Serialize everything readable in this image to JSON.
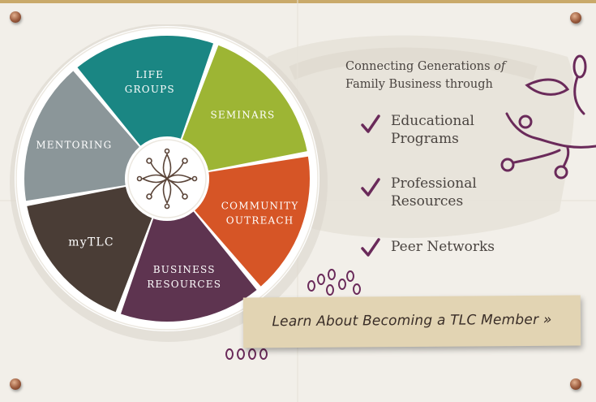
{
  "wheel": {
    "segments": [
      {
        "line1": "LIFE",
        "line2": "GROUPS",
        "color": "#1a8683"
      },
      {
        "line1": "SEMINARS",
        "line2": "",
        "color": "#9db534"
      },
      {
        "line1": "COMMUNITY",
        "line2": "OUTREACH",
        "color": "#d65526"
      },
      {
        "line1": "BUSINESS",
        "line2": "RESOURCES",
        "color": "#5e3450"
      },
      {
        "line1": "myTLC",
        "line2": "",
        "color": "#4a3d36"
      },
      {
        "line1": "MENTORING",
        "line2": "",
        "color": "#8b9699"
      }
    ]
  },
  "tagline": {
    "line1_text": "Connecting Generations",
    "line1_of": "of",
    "line2": "Family Business through"
  },
  "features": [
    {
      "line1": "Educational",
      "line2": "Programs"
    },
    {
      "line1": "Professional",
      "line2": "Resources"
    },
    {
      "line1": "Peer Networks",
      "line2": ""
    }
  ],
  "cta": {
    "label": "Learn About Becoming a TLC Member »"
  },
  "colors": {
    "accent": "#6a2a5a",
    "text": "#4a4440",
    "cta_bg": "#e2d4b3"
  },
  "icons": {
    "center": "tlc-leaf-emblem-icon",
    "check": "checkmark-icon",
    "pin": "push-pin-icon"
  }
}
